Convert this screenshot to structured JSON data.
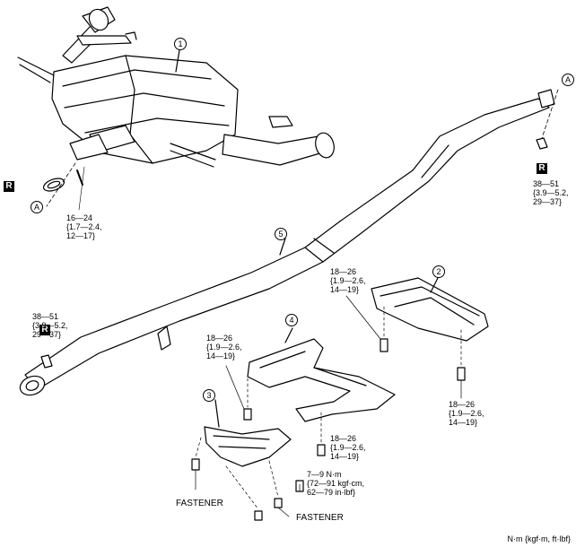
{
  "callouts": {
    "c1": "1",
    "c2": "2",
    "c3": "3",
    "c4": "4",
    "c5": "5",
    "a_left": "A",
    "a_right": "A"
  },
  "r_marks": {
    "left_top": "R",
    "right_top": "R",
    "left_mid": "R"
  },
  "torques": {
    "t_left_top": [
      "16—24",
      "{1.7—2.4,",
      "12—17}"
    ],
    "t_right_top": [
      "38—51",
      "{3.9—5.2,",
      "29—37}"
    ],
    "t_left_mid": [
      "38—51",
      "{3.9—5.2,",
      "29—37}"
    ],
    "t_mid_upper": [
      "18—26",
      "{1.9—2.6,",
      "14—19}"
    ],
    "t_mid_left": [
      "18—26",
      "{1.9—2.6,",
      "14—19}"
    ],
    "t_right_mid": [
      "18—26",
      "{1.9—2.6,",
      "14—19}"
    ],
    "t_center_low": [
      "18—26",
      "{1.9—2.6,",
      "14—19}"
    ],
    "t_center_bottom": [
      "7—9 N·m",
      "{72—91 kgf·cm,",
      "62—79 in·lbf}"
    ]
  },
  "fasteners": {
    "left": "FASTENER",
    "right": "FASTENER"
  },
  "units": "N·m {kgf·m, ft·lbf}"
}
